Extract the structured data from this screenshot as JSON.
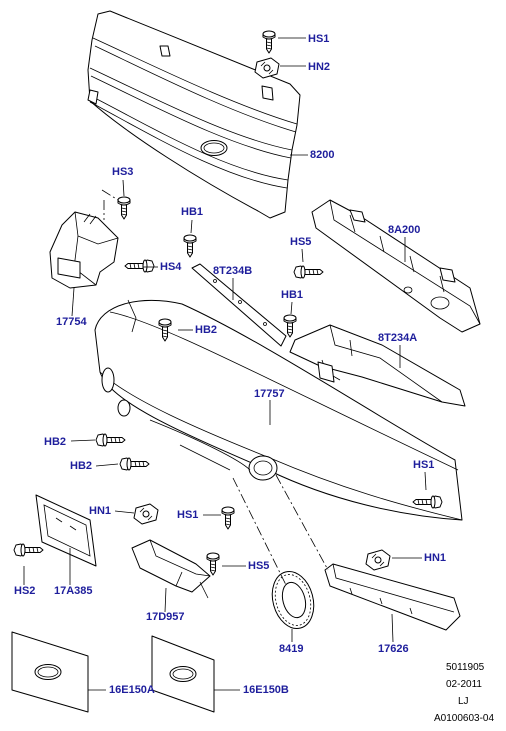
{
  "label_color": "#1e1e9c",
  "callouts": [
    "HS1",
    "HN2",
    "8200",
    "HS3",
    "HB1",
    "8A200",
    "HS5",
    "HS4",
    "8T234B",
    "HB1",
    "17754",
    "HB2",
    "8T234A",
    "17757",
    "HB2",
    "HB2",
    "HS1",
    "HN1",
    "HS1",
    "HN1",
    "HS5",
    "HS2",
    "17A385",
    "17D957",
    "8419",
    "17626",
    "16E150A",
    "16E150B"
  ],
  "footer": [
    "5011905",
    "02-2011",
    "LJ",
    "A0100603-04"
  ]
}
